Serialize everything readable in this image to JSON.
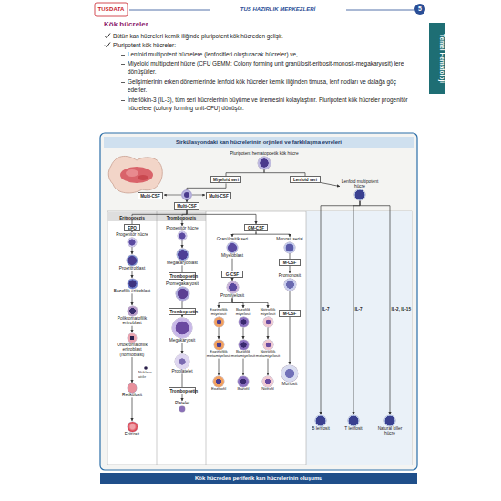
{
  "diagram": {
    "title": "Sirkülasyondaki kan hücrelerinin orjinleri ve farklılaşma evreleri",
    "caption": "Kök hücreden periferik kan hücrelerinin oluşumu",
    "nodes": [
      {
        "text": [
          "Pluripotent hematopoetik kök hücre"
        ]
      },
      {
        "text": [
          "Miyeloid seri"
        ]
      },
      {
        "text": [
          "Lenfoid seri"
        ]
      },
      {
        "text": [
          "Multi-CSF"
        ]
      },
      {
        "text": [
          "Multi-CSF"
        ]
      },
      {
        "text": [
          "Multi-CSF"
        ]
      },
      {
        "text": [
          "Lenfoid multipotent hücre"
        ]
      },
      {
        "text": [
          "EPO"
        ]
      },
      {
        "text": [
          "Progenitör hücre"
        ]
      },
      {
        "text": [
          "Proeritroblast"
        ]
      },
      {
        "text": [
          "Bazofilik eritroblast"
        ]
      },
      {
        "text": [
          "Polikromatofilik eritroblast"
        ]
      },
      {
        "text": [
          "Ortokromatofilik eritroblast (normoblast)"
        ]
      },
      {
        "text": [
          "Retikülosit"
        ]
      },
      {
        "text": [
          "Eritrosit"
        ]
      },
      {
        "text": [
          "Progenitör hücre"
        ]
      },
      {
        "text": [
          "Megakaryoblast"
        ]
      },
      {
        "text": [
          "Trombopoetin"
        ]
      },
      {
        "text": [
          "Promegakaryosit"
        ]
      },
      {
        "text": [
          "Trombopoetin"
        ]
      },
      {
        "text": [
          "Megakaryosit"
        ]
      },
      {
        "text": [
          "Proplatelet"
        ]
      },
      {
        "text": [
          "Trombopoetin"
        ]
      },
      {
        "text": [
          "Platelet"
        ]
      },
      {
        "text": [
          "GM-CSF"
        ]
      },
      {
        "text": [
          "Granülositik seri",
          "Miyeloblast"
        ]
      },
      {
        "text": [
          "Monosit serisi"
        ]
      },
      {
        "text": [
          "M-CSF"
        ]
      },
      {
        "text": [
          "G-CSF"
        ]
      },
      {
        "text": [
          "Promiyelosit"
        ]
      },
      {
        "text": [
          "Eozinofilik miyelosit"
        ]
      },
      {
        "text": [
          "Bazofilik miyelosit"
        ]
      },
      {
        "text": [
          "Nötrofilik miyelosit"
        ]
      },
      {
        "text": [
          "Eozinofilik metamiyelosit"
        ]
      },
      {
        "text": [
          "Bazofilik metamiyelosit"
        ]
      },
      {
        "text": [
          "Nötrofilik metamiyelosit"
        ]
      },
      {
        "text": [
          "Eozinofil"
        ]
      },
      {
        "text": [
          "Bazofil"
        ]
      },
      {
        "text": [
          "Nötrofil"
        ]
      },
      {
        "text": [
          "M-CSF"
        ]
      },
      {
        "text": [
          "Promonosit"
        ]
      },
      {
        "text": [
          "Monosit"
        ]
      },
      {
        "text": [
          "B lenfosit"
        ]
      },
      {
        "text": [
          "T lenfosit"
        ]
      },
      {
        "text": [
          "Natural killer hücre"
        ]
      }
    ],
    "edges": [
      {
        "from": 0,
        "to": 1,
        "arrow": "none"
      },
      {
        "from": 0,
        "to": 2,
        "arrow": "none"
      },
      {
        "from": 1,
        "to": 5,
        "arrow": "to"
      },
      {
        "from": 2,
        "to": 6,
        "arrow": "to"
      },
      {
        "from": 5,
        "to": 8,
        "arrow": "to"
      },
      {
        "from": 5,
        "to": 15,
        "arrow": "to"
      },
      {
        "from": 5,
        "to": 24,
        "arrow": "to"
      },
      {
        "from": 8,
        "to": 9,
        "arrow": "to"
      },
      {
        "from": 9,
        "to": 10,
        "arrow": "to"
      },
      {
        "from": 10,
        "to": 11,
        "arrow": "to"
      },
      {
        "from": 11,
        "to": 12,
        "arrow": "to"
      },
      {
        "from": 12,
        "to": 13,
        "arrow": "to"
      },
      {
        "from": 13,
        "to": 14,
        "arrow": "to"
      },
      {
        "from": 15,
        "to": 16,
        "arrow": "to"
      },
      {
        "from": 16,
        "to": 18,
        "arrow": "to"
      },
      {
        "from": 18,
        "to": 20,
        "arrow": "to"
      },
      {
        "from": 20,
        "to": 21,
        "arrow": "to"
      },
      {
        "from": 21,
        "to": 23,
        "arrow": "to"
      },
      {
        "from": 24,
        "to": 25,
        "arrow": "to"
      },
      {
        "from": 24,
        "to": 26,
        "arrow": "to"
      },
      {
        "from": 25,
        "to": 29,
        "arrow": "to"
      },
      {
        "from": 29,
        "to": 30,
        "arrow": "to"
      },
      {
        "from": 29,
        "to": 31,
        "arrow": "to"
      },
      {
        "from": 29,
        "to": 32,
        "arrow": "to"
      },
      {
        "from": 30,
        "to": 33,
        "arrow": "to"
      },
      {
        "from": 31,
        "to": 34,
        "arrow": "to"
      },
      {
        "from": 32,
        "to": 35,
        "arrow": "to"
      },
      {
        "from": 33,
        "to": 36,
        "arrow": "to"
      },
      {
        "from": 34,
        "to": 37,
        "arrow": "to"
      },
      {
        "from": 35,
        "to": 38,
        "arrow": "to"
      },
      {
        "from": 26,
        "to": 40,
        "arrow": "to"
      },
      {
        "from": 40,
        "to": 41,
        "arrow": "to"
      },
      {
        "from": 6,
        "to": 42,
        "label": "IL-7",
        "arrow": "to"
      },
      {
        "from": 6,
        "to": 43,
        "label": "IL-7",
        "arrow": "to"
      },
      {
        "from": 6,
        "to": 44,
        "label": "IL-2, IL-15",
        "arrow": "to"
      }
    ],
    "labels": [
      "TUSDATA",
      "TUS HAZIRLIK MERKEZLERİ",
      "5",
      "Temel Hematoloji",
      "Kök hücreler",
      "Bütün kan hücreleri kemik iliğinde pluripotent kök hücreden gelişir.",
      "Pluripotent kök hücreler:",
      "Lenfoid multipotent hücrelere (lenfositleri oluşturacak hücreler) ve,",
      "Miyeloid multipotent hücre (CFU GEMM: Colony forming unit granülosit-eritrosit-monosit-megakaryosit) lere dönüşürler.",
      "Gelişimlerinin erken dönemlerinde lenfoid kök hücreler kemik iliğinden timusa, lenf nodları ve dalağa göç ederler.",
      "İnterlökin-3 (IL-3), tüm seri hücrelerinin büyüme ve üremesini kolaylaştırır. Pluripotent kök hücreler progenitör hücrelere (colony forming unit-CFU) dönüşür.",
      "Eritropoezis",
      "Trombopoezis",
      "Nükleus atılır"
    ]
  }
}
